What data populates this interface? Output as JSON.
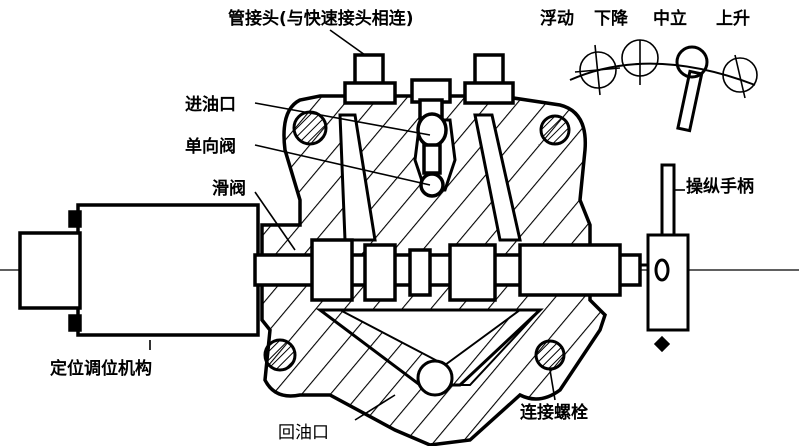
{
  "title": "Hydraulic distributor cross-section",
  "labels": {
    "pipe_joint": "管接头(与快速接头相连)",
    "inlet": "进油口",
    "check_valve": "单向阀",
    "slide_valve": "滑阀",
    "control_handle": "操纵手柄",
    "positioning_mechanism": "定位调位机构",
    "return_port": "回油口",
    "connecting_bolt": "连接螺栓"
  },
  "positions": {
    "float": "浮动",
    "lower": "下降",
    "neutral": "中立",
    "raise": "上升"
  }
}
